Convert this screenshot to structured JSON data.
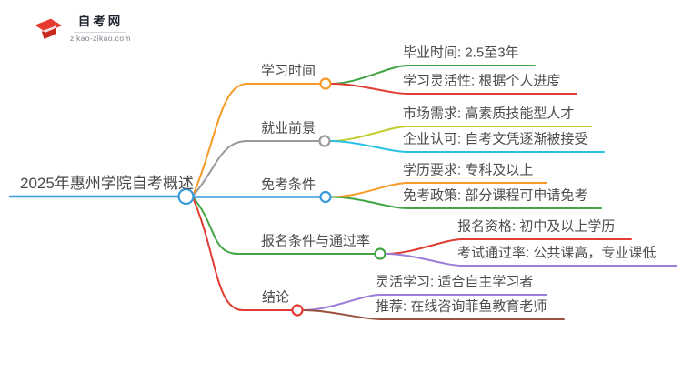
{
  "logo": {
    "title": "自考网",
    "domain": "zikao-zikao.com",
    "icon_colors": {
      "crescent_blue": "#1e73b8",
      "cap_red": "#e8392f",
      "cap_dark_red": "#c9281f"
    }
  },
  "mindmap": {
    "root": {
      "label": "2025年惠州学院自考概述",
      "color": "#3a9ad9"
    },
    "branches": [
      {
        "label": "学习时间",
        "color": "#f79a28",
        "children": [
          {
            "label": "毕业时间: 2.5至3年",
            "color": "#41a544"
          },
          {
            "label": "学习灵活性: 根据个人进度",
            "color": "#e23b33"
          }
        ]
      },
      {
        "label": "就业前景",
        "color": "#9a9a9a",
        "children": [
          {
            "label": "市场需求: 高素质技能型人才",
            "color": "#c3cd2e"
          },
          {
            "label": "企业认可: 自考文凭逐渐被接受",
            "color": "#29c0e6"
          }
        ]
      },
      {
        "label": "免考条件",
        "color": "#3a9ad9",
        "children": [
          {
            "label": "学历要求: 专科及以上",
            "color": "#f79a28"
          },
          {
            "label": "免考政策: 部分课程可申请免考",
            "color": "#41a544"
          }
        ]
      },
      {
        "label": "报名条件与通过率",
        "color": "#41a544",
        "children": [
          {
            "label": "报名资格: 初中及以上学历",
            "color": "#e23b33"
          },
          {
            "label": "考试通过率: 公共课高，专业课低",
            "color": "#9b7ed8"
          }
        ]
      },
      {
        "label": "结论",
        "color": "#e23b33",
        "children": [
          {
            "label": "灵活学习: 适合自主学习者",
            "color": "#9b7ed8"
          },
          {
            "label": "推荐: 在线咨询菲鱼教育老师",
            "color": "#9a5140"
          }
        ]
      }
    ]
  }
}
